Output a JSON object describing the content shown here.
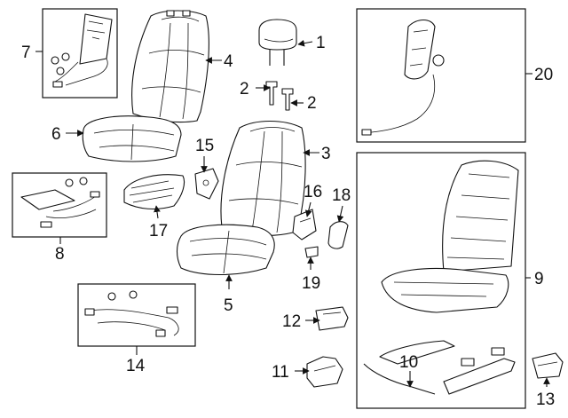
{
  "diagram": {
    "callouts": [
      "1",
      "2",
      "2",
      "3",
      "4",
      "5",
      "6",
      "7",
      "8",
      "9",
      "10",
      "11",
      "12",
      "13",
      "14",
      "15",
      "16",
      "17",
      "18",
      "19",
      "20"
    ]
  }
}
